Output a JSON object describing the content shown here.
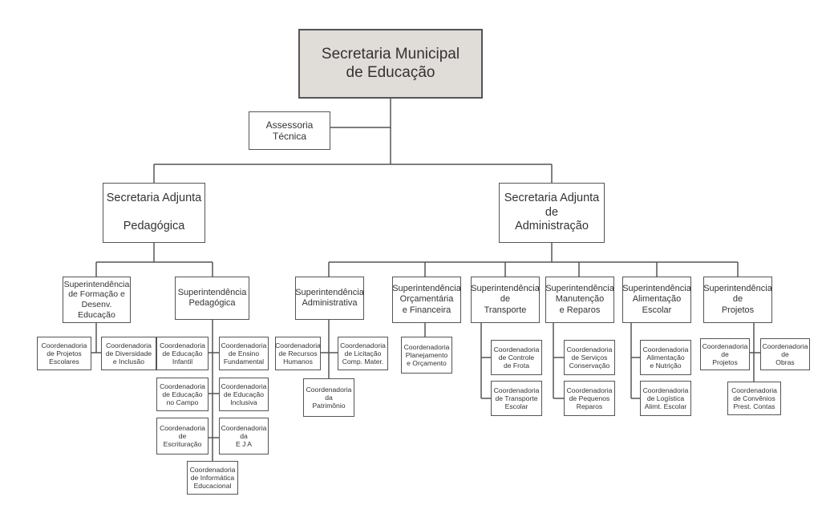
{
  "org": {
    "root": "Secretaria Municipal\nde Educação",
    "assessoria": "Assessoria\nTécnica",
    "adj_pedagogica": "Secretaria Adjunta\n\nPedagógica",
    "adj_administracao": "Secretaria Adjunta\nde\nAdministração",
    "sup_formacao": "Superintendência\nde Formação e\nDesenv. Educação",
    "sup_pedagogica": "Superintendência\nPedagógica",
    "sup_administrativa": "Superintendência\nAdministrativa",
    "sup_orcamentaria": "Superintendência\nOrçamentária\ne Financeira",
    "sup_transporte": "Superintendência\nde\nTransporte",
    "sup_manutencao": "Superintendência\nManutenção\ne Reparos",
    "sup_alimentacao": "Superintendência\nAlimentação\nEscolar",
    "sup_projetos": "Superintendência\nde\nProjetos",
    "c_projetos_escolares": "Coordenadoria\nde Projetos\nEscolares",
    "c_diversidade": "Coordenadoria\nde Diversidade\ne Inclusão",
    "c_ed_infantil": "Coordenadoria\nde Educação\nInfantil",
    "c_ensino_fundamental": "Coordenadoria\nde Ensino\nFundamental",
    "c_ed_campo": "Coordenadoria\nde Educação\nno Campo",
    "c_ed_inclusiva": "Coordenadoria\nde Educação\nInclusiva",
    "c_escrituracao": "Coordenadoria\nde\nEscrituração",
    "c_eja": "Coordenadoria\nda\nE J A",
    "c_informatica": "Coordenadoria\nde Informática\nEducacional",
    "c_recursos_humanos": "Coordenadoria\nde Recursos\nHumanos",
    "c_licitacao": "Coordenadoria\nde Licitação\nComp. Mater.",
    "c_patrimonio": "Coordenadoria\nda\nPatrimônio",
    "c_planejamento": "Coordenadoria\nPlanejamento\ne Orçamento",
    "c_controle_frota": "Coordenadoria\nde Controle\nde Frota",
    "c_transporte_escolar": "Coordenadoria\nde Transporte\nEscolar",
    "c_servicos": "Coordenadoria\nde Serviços\nConservação",
    "c_pequenos_reparos": "Coordenadoria\nde Pequenos\nReparos",
    "c_alimentacao_nutricao": "Coordenadoria\nAlimentação\ne Nutrição",
    "c_logistica": "Coordenadoria\nde Logística\nAlimt. Escolar",
    "c_projetos": "Coordenadoria\nde\nProjetos",
    "c_obras": "Coordenadoria\nde\nObras",
    "c_convenios": "Coordenadoria\nde Convênios\nPrest. Contas"
  }
}
